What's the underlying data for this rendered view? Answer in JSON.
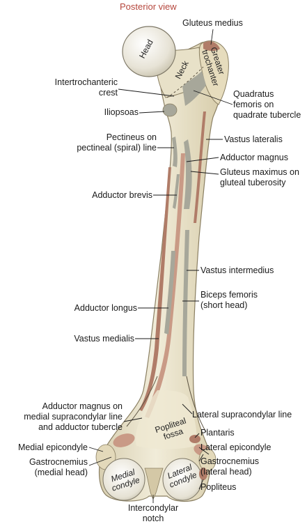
{
  "title": "Posterior view",
  "bone_labels": {
    "head": "Head",
    "neck": "Neck",
    "greater_trochanter": "Greater\ntrochanter",
    "popliteal_fossa": "Popliteal\nfossa",
    "medial_condyle": "Medial\ncondyle",
    "lateral_condyle": "Lateral\ncondyle"
  },
  "labels_left": {
    "intertrochanteric_crest": "Intertrochanteric\ncrest",
    "iliopsoas": "Iliopsoas",
    "pectineus": "Pectineus on\npectineal (spiral) line",
    "adductor_brevis": "Adductor brevis",
    "adductor_longus": "Adductor longus",
    "vastus_medialis": "Vastus medialis",
    "adductor_magnus_medial": "Adductor magnus on\nmedial supracondylar line\nand adductor tubercle",
    "medial_epicondyle": "Medial epicondyle",
    "gastrocnemius_medial": "Gastrocnemius\n(medial head)"
  },
  "labels_right": {
    "gluteus_medius": "Gluteus medius",
    "quadratus_femoris": "Quadratus\nfemoris on\nquadrate tubercle",
    "vastus_lateralis": "Vastus lateralis",
    "adductor_magnus": "Adductor magnus",
    "gluteus_maximus": "Gluteus maximus on\ngluteal tuberosity",
    "vastus_intermedius": "Vastus intermedius",
    "biceps_femoris": "Biceps femoris\n(short head)",
    "lateral_supracondylar_line": "Lateral supracondylar line",
    "plantaris": "Plantaris",
    "lateral_epicondyle": "Lateral epicondyle",
    "gastrocnemius_lateral": "Gastrocnemius\n(lateral head)",
    "popliteus": "Popliteus"
  },
  "labels_bottom": {
    "intercondylar_notch": "Intercondylar\nnotch"
  },
  "colors": {
    "bone": "#ece6cf",
    "bone_shade": "#d9cfae",
    "muscle_attachment": "#c99a86",
    "muscle_dark": "#b07c68",
    "tendon_grey": "#a7a79a",
    "title_red": "#b5463c"
  }
}
